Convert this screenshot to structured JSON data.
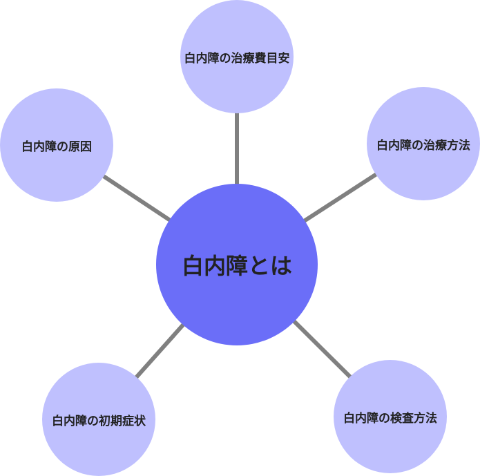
{
  "colors": {
    "center": "#6b6ef8",
    "outer": "#bfc0fe",
    "line": "#808080"
  },
  "center": {
    "label": "白内障とは"
  },
  "nodes": [
    {
      "id": "cost",
      "label": "白内障の治療費目安"
    },
    {
      "id": "treatment",
      "label": "白内障の治療方法"
    },
    {
      "id": "exam",
      "label": "白内障の検査方法"
    },
    {
      "id": "symptoms",
      "label": "白内障の初期症状"
    },
    {
      "id": "cause",
      "label": "白内障の原因"
    }
  ]
}
